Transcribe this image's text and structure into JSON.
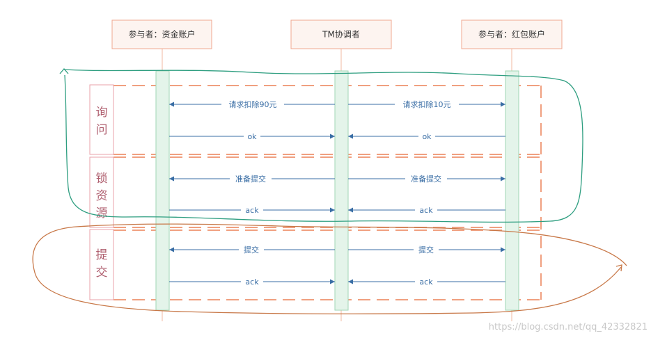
{
  "participants": [
    {
      "id": "account",
      "label": "参与者：资金账户"
    },
    {
      "id": "tm",
      "label": "TM协调者"
    },
    {
      "id": "redpacket",
      "label": "参与者：红包账户"
    }
  ],
  "phases": [
    {
      "id": "inquiry",
      "chars": [
        "询",
        "问"
      ]
    },
    {
      "id": "lock",
      "chars": [
        "锁",
        "资",
        "源"
      ]
    },
    {
      "id": "commit",
      "chars": [
        "提",
        "交"
      ]
    }
  ],
  "messages": [
    {
      "id": "m1",
      "from": "tm",
      "to": "account",
      "label": "请求扣除90元"
    },
    {
      "id": "m2",
      "from": "tm",
      "to": "redpacket",
      "label": "请求扣除10元"
    },
    {
      "id": "m3",
      "from": "account",
      "to": "tm",
      "label": "ok"
    },
    {
      "id": "m4",
      "from": "redpacket",
      "to": "tm",
      "label": "ok"
    },
    {
      "id": "m5",
      "from": "tm",
      "to": "account",
      "label": "准备提交"
    },
    {
      "id": "m6",
      "from": "tm",
      "to": "redpacket",
      "label": "准备提交"
    },
    {
      "id": "m7",
      "from": "account",
      "to": "tm",
      "label": "ack"
    },
    {
      "id": "m8",
      "from": "redpacket",
      "to": "tm",
      "label": "ack"
    },
    {
      "id": "m9",
      "from": "tm",
      "to": "account",
      "label": "提交"
    },
    {
      "id": "m10",
      "from": "tm",
      "to": "redpacket",
      "label": "提交"
    },
    {
      "id": "m11",
      "from": "account",
      "to": "tm",
      "label": "ack"
    },
    {
      "id": "m12",
      "from": "redpacket",
      "to": "tm",
      "label": "ack"
    }
  ],
  "watermark": "https://blog.csdn.net/qq_42332821",
  "colors": {
    "participant_border": "#f0a890",
    "participant_fill": "#fdf4f0",
    "lifeline": "#f0b8a0",
    "activation_fill": "#e4f4ea",
    "activation_border": "#9fd6b4",
    "arrow": "#3a6ea5",
    "dash": "#f0a080",
    "phase_border": "#e8a0a8",
    "phase_text": "#b06070",
    "green_stroke": "#2e9e80",
    "brown_stroke": "#c87848"
  }
}
